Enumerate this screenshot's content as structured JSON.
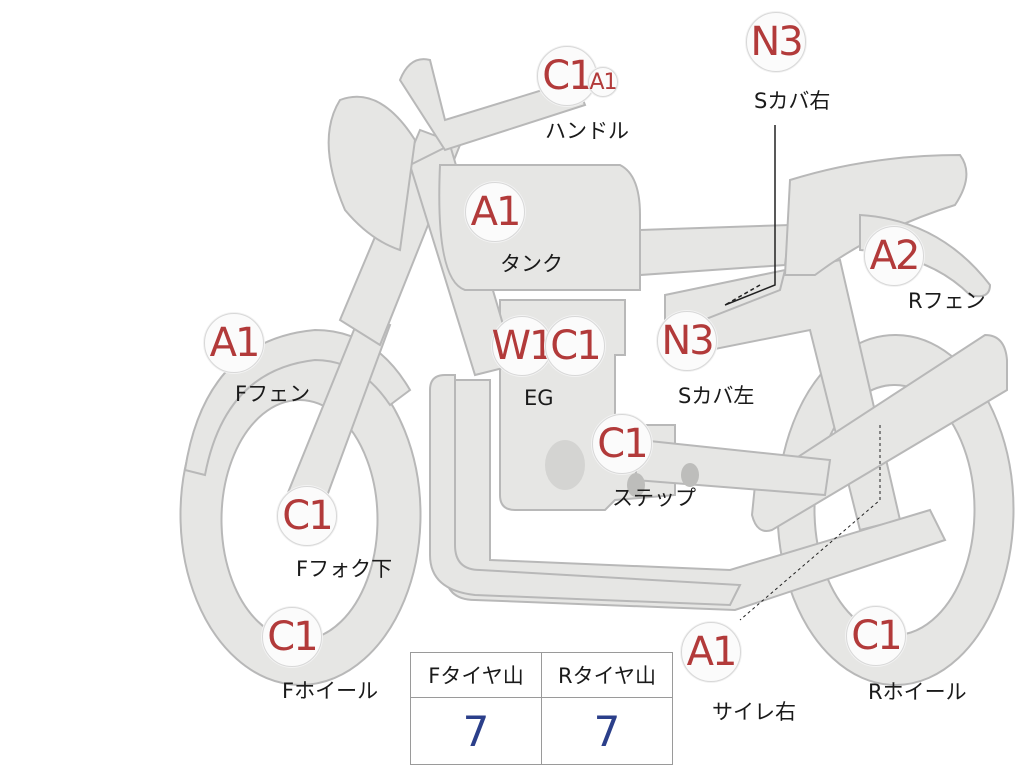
{
  "parts": [
    {
      "id": "handle",
      "code": "C1",
      "sub_code": "A1",
      "label": "ハンドル"
    },
    {
      "id": "side-cover-right",
      "code": "N3",
      "label": "Sカバ右"
    },
    {
      "id": "tank",
      "code": "A1",
      "label": "タンク"
    },
    {
      "id": "rear-fender",
      "code": "A2",
      "label": "Rフェン"
    },
    {
      "id": "front-fender",
      "code": "A1",
      "label": "Fフェン"
    },
    {
      "id": "engine",
      "codes": [
        "W1",
        "C1"
      ],
      "label": "EG"
    },
    {
      "id": "side-cover-left",
      "code": "N3",
      "label": "Sカバ左"
    },
    {
      "id": "step",
      "code": "C1",
      "label": "ステップ"
    },
    {
      "id": "front-fork-lower",
      "code": "C1",
      "label": "Fフォク下"
    },
    {
      "id": "front-wheel",
      "code": "C1",
      "label": "Fホイール"
    },
    {
      "id": "silencer-right",
      "code": "A1",
      "label": "サイレ右"
    },
    {
      "id": "rear-wheel",
      "code": "C1",
      "label": "Rホイール"
    }
  ],
  "tires": {
    "headers": [
      "Fタイヤ山",
      "Rタイヤ山"
    ],
    "values": [
      "7",
      "7"
    ]
  },
  "colors": {
    "bike_fill": "#e6e6e4",
    "bike_stroke": "#b8b8b8",
    "code_text": "#b23a3a",
    "value_text": "#2b3f8a"
  }
}
